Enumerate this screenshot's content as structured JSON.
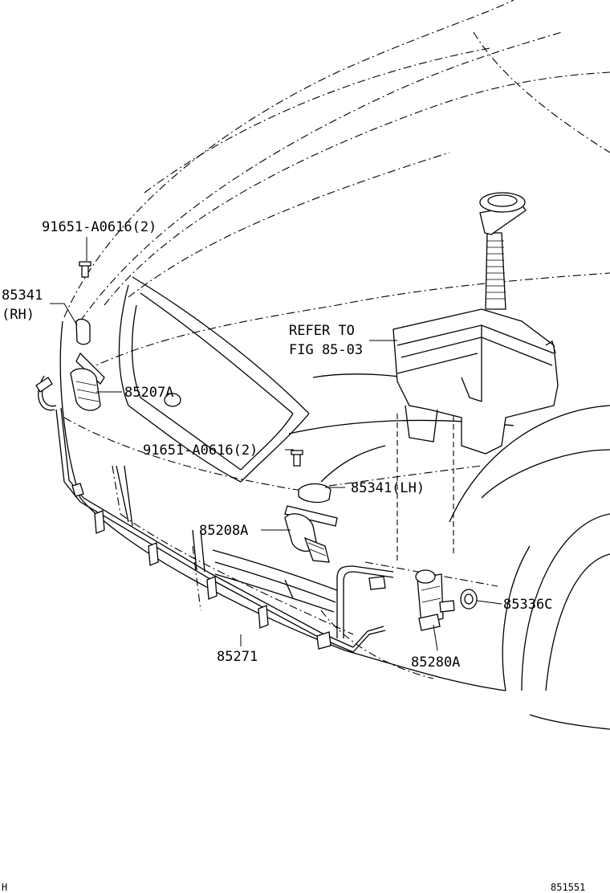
{
  "labels": {
    "bolt_top": "91651-A0616(2)",
    "cover_rh_num": "85341",
    "cover_rh_side": "(RH)",
    "nozzle_rh": "85207A",
    "bolt_mid": "91651-A0616(2)",
    "cover_lh": "85341(LH)",
    "nozzle_lh": "85208A",
    "hose": "85271",
    "pump": "85280A",
    "grommet": "85336C",
    "refer_line1": "REFER TO",
    "refer_line2": "FIG 85-03"
  },
  "footer": {
    "left_code": "H",
    "right_code": "851551"
  }
}
